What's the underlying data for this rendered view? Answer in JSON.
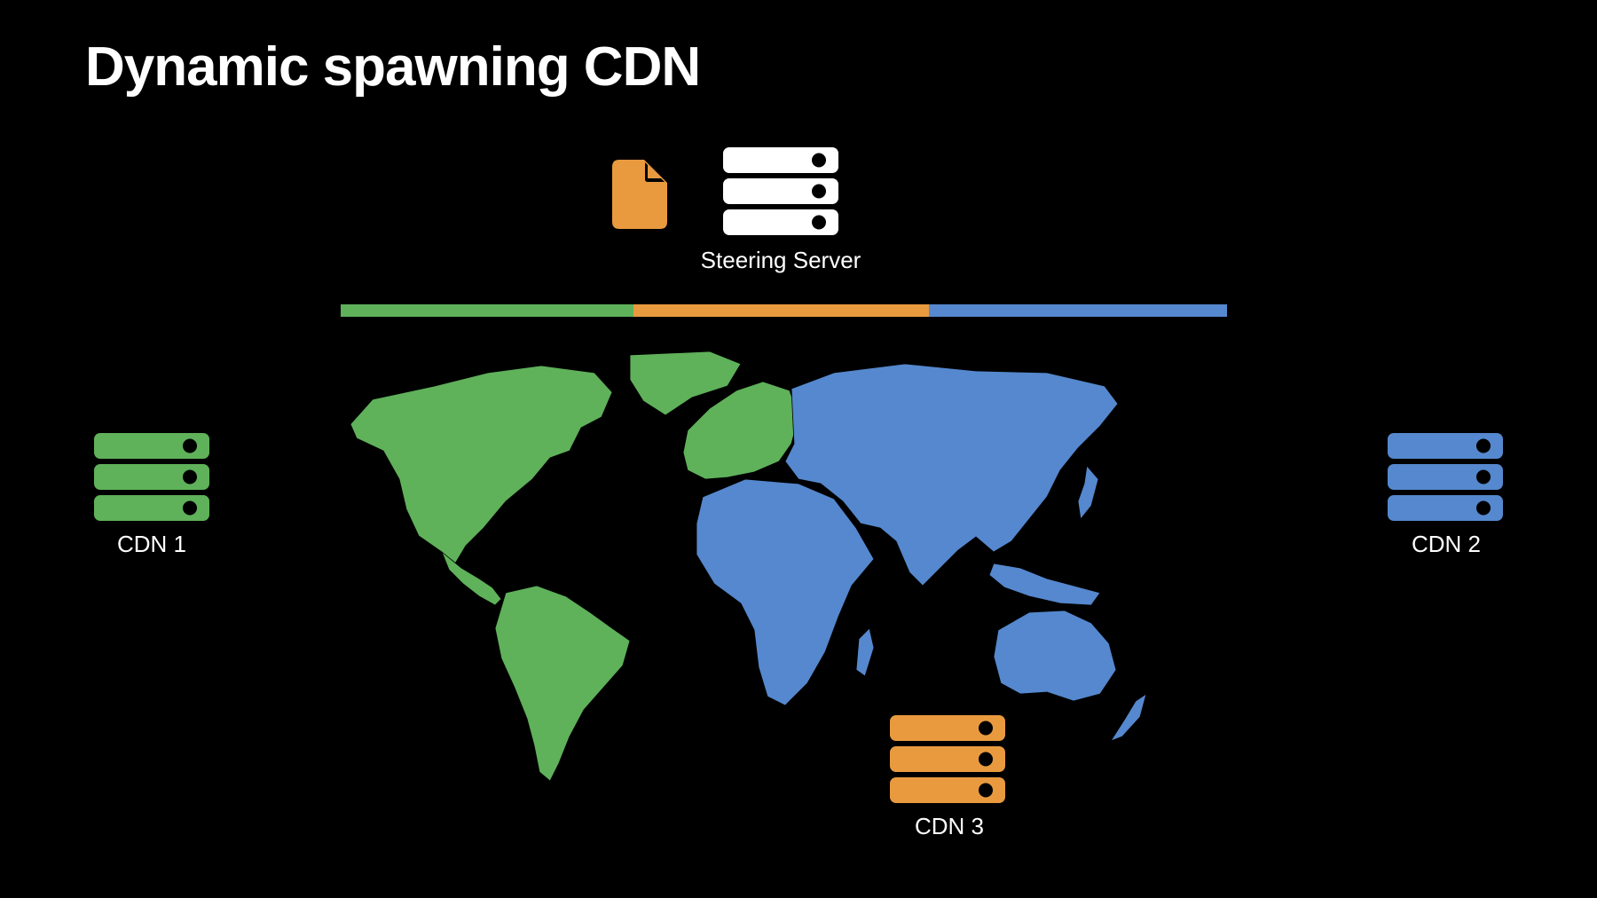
{
  "title": "Dynamic spawning CDN",
  "steering_server": {
    "label": "Steering Server",
    "icon": "server-rack-icon",
    "color": "#ffffff"
  },
  "manifest_icon": {
    "icon": "document-icon",
    "color": "#e99a3f"
  },
  "cdns": [
    {
      "label": "CDN 1",
      "color": "#5fb15a",
      "icon": "server-rack-icon"
    },
    {
      "label": "CDN 2",
      "color": "#5588ce",
      "icon": "server-rack-icon"
    },
    {
      "label": "CDN 3",
      "color": "#e99a3f",
      "icon": "server-rack-icon"
    }
  ],
  "traffic_split": [
    {
      "cdn": "CDN 1",
      "color": "#5fb15a",
      "share": 0.33
    },
    {
      "cdn": "CDN 3",
      "color": "#e99a3f",
      "share": 0.334
    },
    {
      "cdn": "CDN 2",
      "color": "#5588ce",
      "share": 0.336
    }
  ],
  "map_regions": [
    {
      "region": "Americas",
      "served_by": "CDN 1",
      "color": "#5fb15a"
    },
    {
      "region": "Europe",
      "served_by": "CDN 1",
      "color": "#5fb15a"
    },
    {
      "region": "Greenland",
      "served_by": "CDN 1",
      "color": "#5fb15a"
    },
    {
      "region": "Africa",
      "served_by": "CDN 2",
      "color": "#5588ce"
    },
    {
      "region": "Asia",
      "served_by": "CDN 2",
      "color": "#5588ce"
    },
    {
      "region": "Oceania",
      "served_by": "CDN 2",
      "color": "#5588ce"
    }
  ]
}
